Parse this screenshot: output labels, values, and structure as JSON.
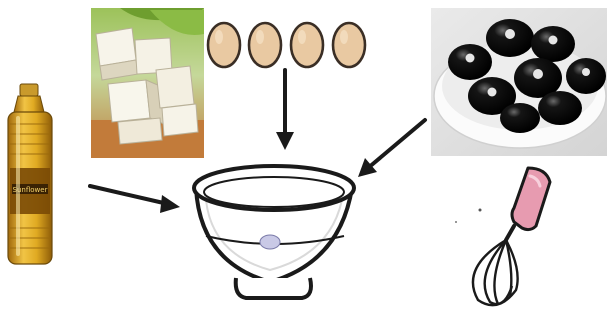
{
  "ingredients": [
    {
      "name": "oil-bottle"
    },
    {
      "name": "feta-cheese"
    },
    {
      "name": "eggs",
      "count": 4
    },
    {
      "name": "black-olives"
    }
  ],
  "tools": [
    {
      "name": "mixing-bowl"
    },
    {
      "name": "whisk"
    }
  ],
  "bottle_label": "Sunflower",
  "colors": {
    "arrow": "#1a1a1a",
    "egg": "#e8c9a0",
    "egg_outline": "#3a2e25",
    "oil": "#d9a51c",
    "oil_dark": "#8a5a08",
    "cheese": "#f4f1e6",
    "cheese_shadow": "#cfc8b0",
    "lettuce": "#7fae3c",
    "board": "#c98545",
    "olive": "#101010",
    "olive_bowl": "#f2f2f2",
    "whisk_handle": "#e79bb0",
    "bowl_accent": "#c9c9e6"
  }
}
